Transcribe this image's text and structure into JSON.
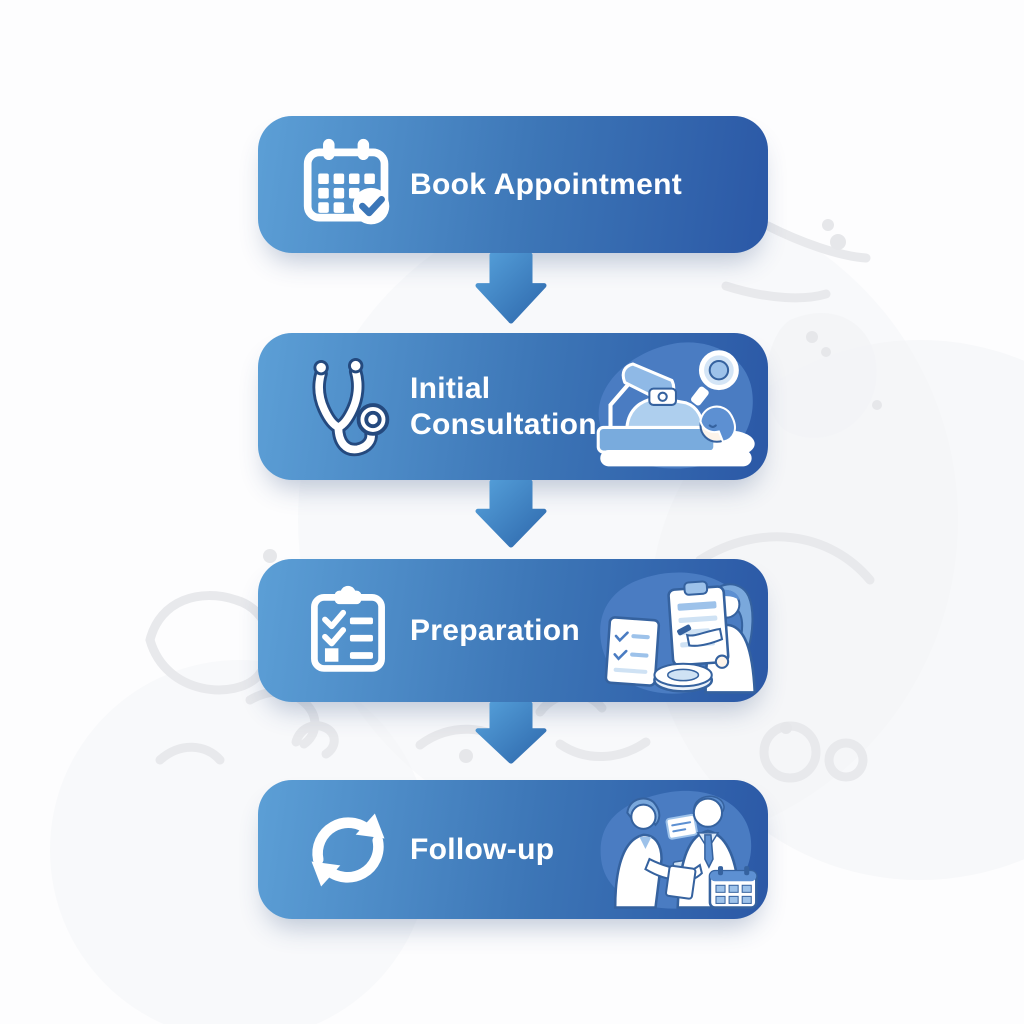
{
  "flow": {
    "steps": [
      {
        "id": "book-appointment",
        "lines": [
          "Book Appointment"
        ],
        "icon": "calendar-check-icon",
        "illustration": null
      },
      {
        "id": "initial-consultation",
        "lines": [
          "Initial",
          "Consultation"
        ],
        "icon": "stethoscope-icon",
        "illustration": "patient-examination"
      },
      {
        "id": "preparation",
        "lines": [
          "Preparation"
        ],
        "icon": "checklist-clipboard-icon",
        "illustration": "checklist-review"
      },
      {
        "id": "follow-up",
        "lines": [
          "Follow-up"
        ],
        "icon": "refresh-cycle-icon",
        "illustration": "doctor-patient-scheduling"
      }
    ],
    "connectors": [
      "down-arrow",
      "down-arrow",
      "down-arrow"
    ],
    "colors": {
      "card_gradient_start": "#5C9FD6",
      "card_gradient_end": "#2B58A6",
      "arrow_start": "#55A0DA",
      "arrow_end": "#2E68AC",
      "label_text": "#FFFFFF",
      "background": "#FDFDFE",
      "doodle_gray": "#E8E9EC",
      "illustration_blob": "#4A7CC2"
    }
  }
}
